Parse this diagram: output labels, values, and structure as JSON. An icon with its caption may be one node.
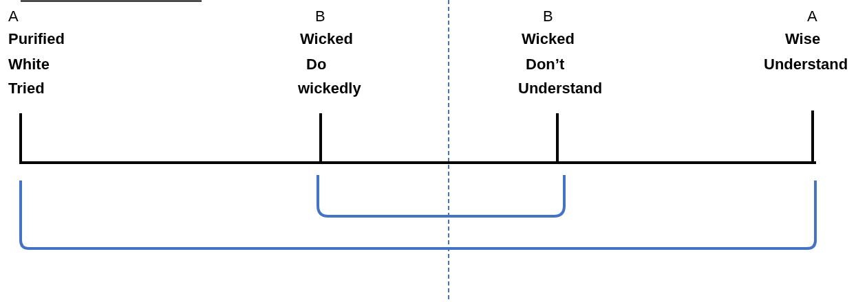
{
  "diagram": {
    "labels": [
      "A",
      "Purified",
      "White",
      "Tried",
      "B",
      "Wicked",
      "Do",
      "wickedly",
      "B",
      "Wicked",
      "Don’t",
      "Understand",
      "A",
      "Wise",
      "Understand"
    ]
  }
}
